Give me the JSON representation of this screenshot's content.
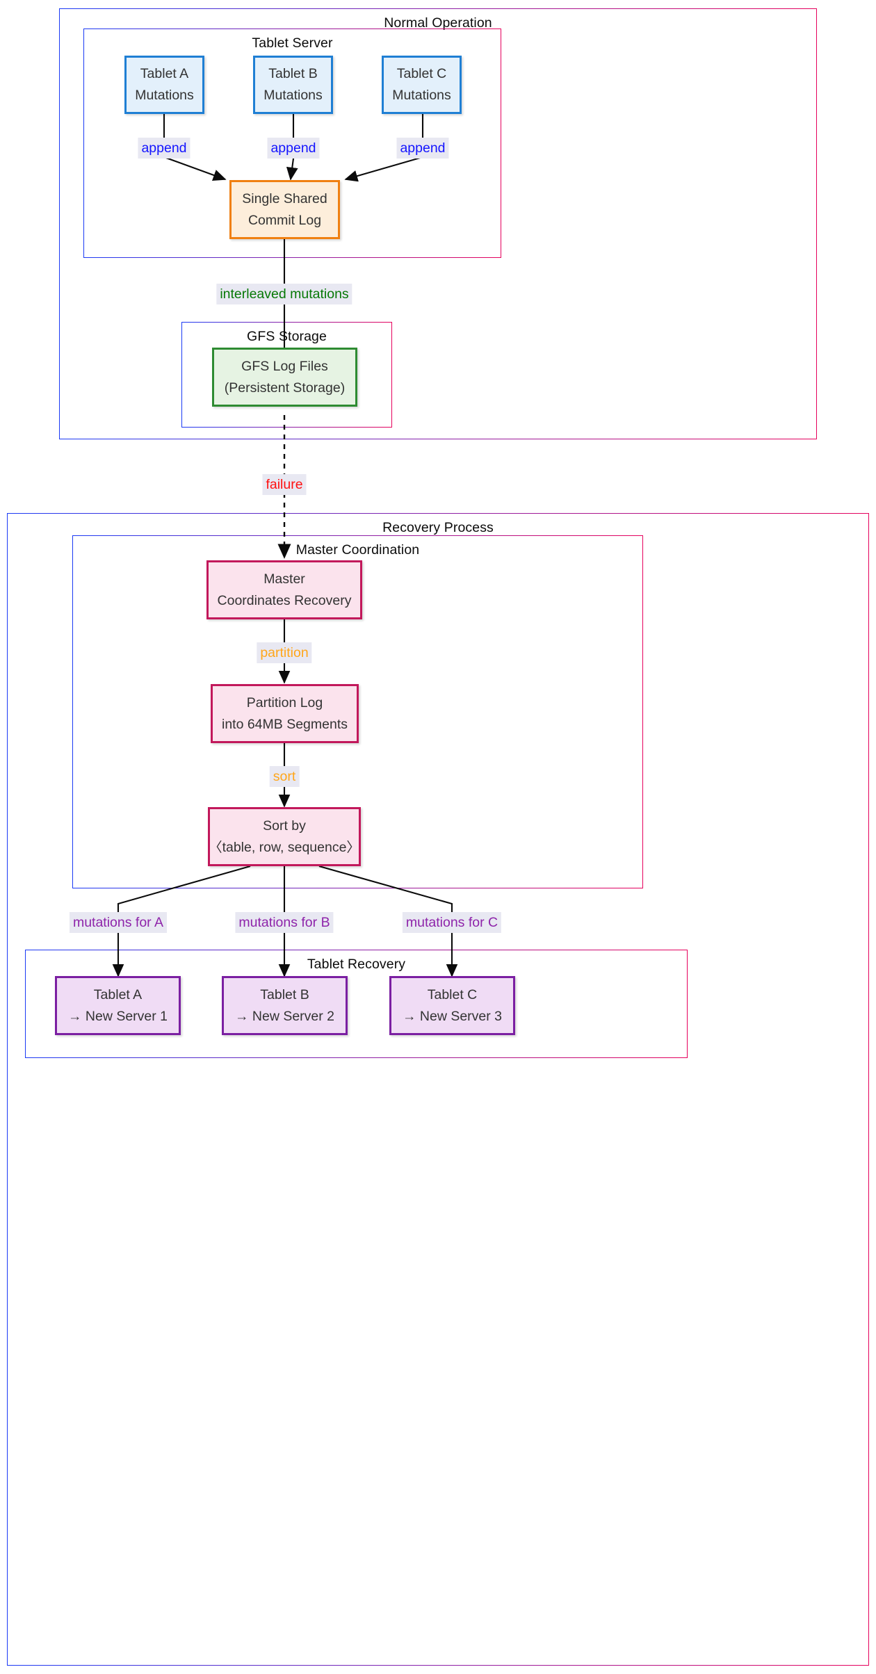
{
  "diagram": {
    "title": "Bigtable commit log sharing and recovery flowchart",
    "type": "flowchart"
  },
  "sections": {
    "normal_operation": {
      "label": "Normal Operation"
    },
    "tablet_server": {
      "label": "Tablet Server"
    },
    "gfs_storage": {
      "label": "GFS Storage"
    },
    "recovery_process": {
      "label": "Recovery Process"
    },
    "master_coordination": {
      "label": "Master Coordination"
    },
    "tablet_recovery": {
      "label": "Tablet Recovery"
    }
  },
  "nodes": {
    "tablet_a": {
      "line1": "Tablet A",
      "line2": "Mutations"
    },
    "tablet_b": {
      "line1": "Tablet B",
      "line2": "Mutations"
    },
    "tablet_c": {
      "line1": "Tablet C",
      "line2": "Mutations"
    },
    "commit_log": {
      "line1": "Single Shared",
      "line2": "Commit Log"
    },
    "gfs_log_files": {
      "line1": "GFS Log Files",
      "line2": "(Persistent Storage)"
    },
    "master": {
      "line1": "Master",
      "line2": "Coordinates Recovery"
    },
    "partition_log": {
      "line1": "Partition Log",
      "line2": "into 64MB Segments"
    },
    "sort_by": {
      "line1": "Sort by",
      "line2": "〈table, row, sequence〉"
    },
    "recover_a": {
      "line1": "Tablet A",
      "line2": "→ New Server 1"
    },
    "recover_b": {
      "line1": "Tablet B",
      "line2": "→ New Server 2"
    },
    "recover_c": {
      "line1": "Tablet C",
      "line2": "→ New Server 3"
    }
  },
  "edge_labels": {
    "append_a": "append",
    "append_b": "append",
    "append_c": "append",
    "interleaved": "interleaved mutations",
    "failure": "failure",
    "partition": "partition",
    "sort": "sort",
    "mutations_a": "mutations for A",
    "mutations_b": "mutations for B",
    "mutations_c": "mutations for C"
  },
  "colors": {
    "blue_node_fill": "#e3f0fb",
    "blue_node_stroke": "#1f7fd4",
    "orange_node_fill": "#fdeedb",
    "orange_node_stroke": "#f08011",
    "green_node_fill": "#e6f3e3",
    "green_node_stroke": "#2e8b32",
    "pink_node_fill": "#fbe3ed",
    "pink_node_stroke": "#c2185b",
    "purple_node_fill": "#f0dcf5",
    "purple_node_stroke": "#7b1fa2",
    "label_bg": "#e8e8f2",
    "append_text": "#1414ff",
    "interleaved_text": "#067806",
    "failure_text": "#ff1111",
    "partition_text": "#ffa61a",
    "sort_text": "#ffa61a",
    "mutations_text": "#8e24aa",
    "edge_line": "#0b0b0b"
  }
}
